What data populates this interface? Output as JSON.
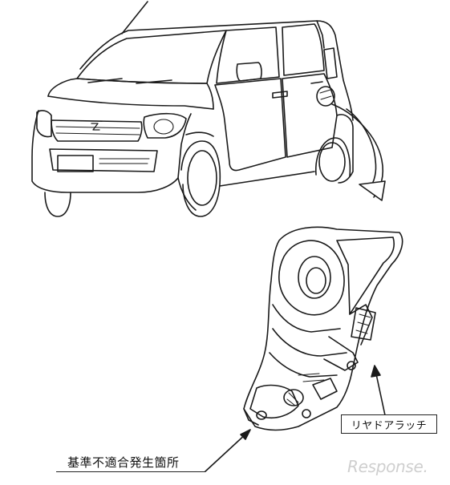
{
  "labels": {
    "rear_door_latch": "リヤドアラッチ",
    "nonconforming_location": "基準不適合発生箇所"
  },
  "watermark": {
    "text": "Response."
  },
  "colors": {
    "line": "#1a1a1a",
    "watermark": "#cfcfcf",
    "background": "#ffffff"
  }
}
